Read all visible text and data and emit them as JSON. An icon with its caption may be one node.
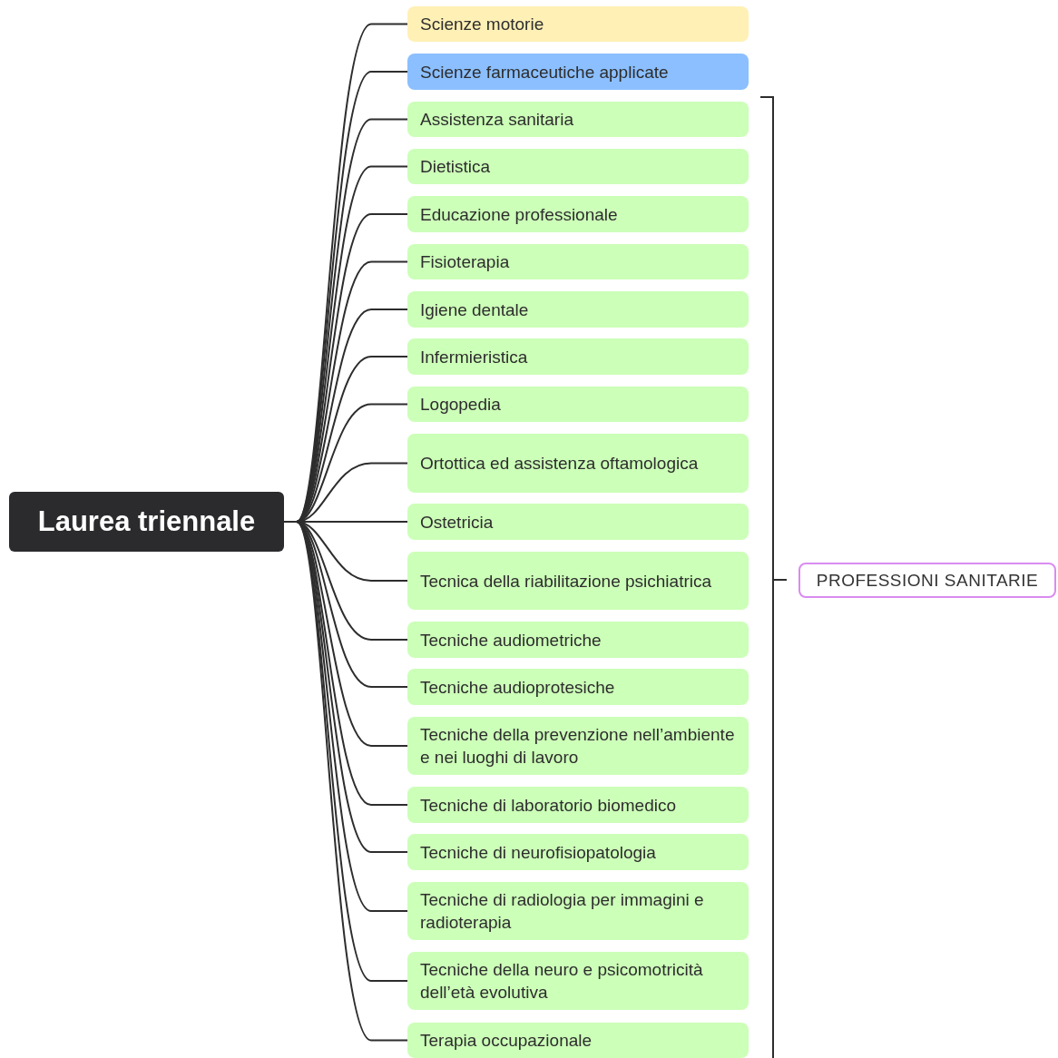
{
  "diagram": {
    "nodes": [
      {
        "text": [
          "Laurea triennale"
        ]
      },
      {
        "text": [
          "Scienze motorie"
        ]
      },
      {
        "text": [
          "Scienze farmaceutiche applicate"
        ]
      },
      {
        "text": [
          "Assistenza sanitaria"
        ]
      },
      {
        "text": [
          "Dietistica"
        ]
      },
      {
        "text": [
          "Educazione professionale"
        ]
      },
      {
        "text": [
          "Fisioterapia"
        ]
      },
      {
        "text": [
          "Igiene dentale"
        ]
      },
      {
        "text": [
          "Infermieristica"
        ]
      },
      {
        "text": [
          "Logopedia"
        ]
      },
      {
        "text": [
          "Ortottica ed assistenza oftamologica"
        ]
      },
      {
        "text": [
          "Ostetricia"
        ]
      },
      {
        "text": [
          "Tecnica della riabilitazione psichiatrica"
        ]
      },
      {
        "text": [
          "Tecniche audiometriche"
        ]
      },
      {
        "text": [
          "Tecniche audioprotesiche"
        ]
      },
      {
        "text": [
          "Tecniche della prevenzione nell’ambiente e nei luoghi di lavoro"
        ]
      },
      {
        "text": [
          "Tecniche di laboratorio biomedico"
        ]
      },
      {
        "text": [
          "Tecniche di neurofisiopatologia"
        ]
      },
      {
        "text": [
          "Tecniche di radiologia per immagini e radioterapia"
        ]
      },
      {
        "text": [
          "Tecniche della neuro e psicomotricità dell’età evolutiva"
        ]
      },
      {
        "text": [
          "Terapia occupazionale"
        ]
      },
      {
        "text": [
          "PROFESSIONI SANITARIE"
        ]
      }
    ],
    "edges": [
      {
        "from": 0,
        "to": 1,
        "arrow": "none"
      },
      {
        "from": 0,
        "to": 2,
        "arrow": "none"
      },
      {
        "from": 0,
        "to": 3,
        "arrow": "none"
      },
      {
        "from": 0,
        "to": 4,
        "arrow": "none"
      },
      {
        "from": 0,
        "to": 5,
        "arrow": "none"
      },
      {
        "from": 0,
        "to": 6,
        "arrow": "none"
      },
      {
        "from": 0,
        "to": 7,
        "arrow": "none"
      },
      {
        "from": 0,
        "to": 8,
        "arrow": "none"
      },
      {
        "from": 0,
        "to": 9,
        "arrow": "none"
      },
      {
        "from": 0,
        "to": 10,
        "arrow": "none"
      },
      {
        "from": 0,
        "to": 11,
        "arrow": "none"
      },
      {
        "from": 0,
        "to": 12,
        "arrow": "none"
      },
      {
        "from": 0,
        "to": 13,
        "arrow": "none"
      },
      {
        "from": 0,
        "to": 14,
        "arrow": "none"
      },
      {
        "from": 0,
        "to": 15,
        "arrow": "none"
      },
      {
        "from": 0,
        "to": 16,
        "arrow": "none"
      },
      {
        "from": 0,
        "to": 17,
        "arrow": "none"
      },
      {
        "from": 0,
        "to": 18,
        "arrow": "none"
      },
      {
        "from": 0,
        "to": 19,
        "arrow": "none"
      },
      {
        "from": 0,
        "to": 20,
        "arrow": "none"
      }
    ]
  }
}
